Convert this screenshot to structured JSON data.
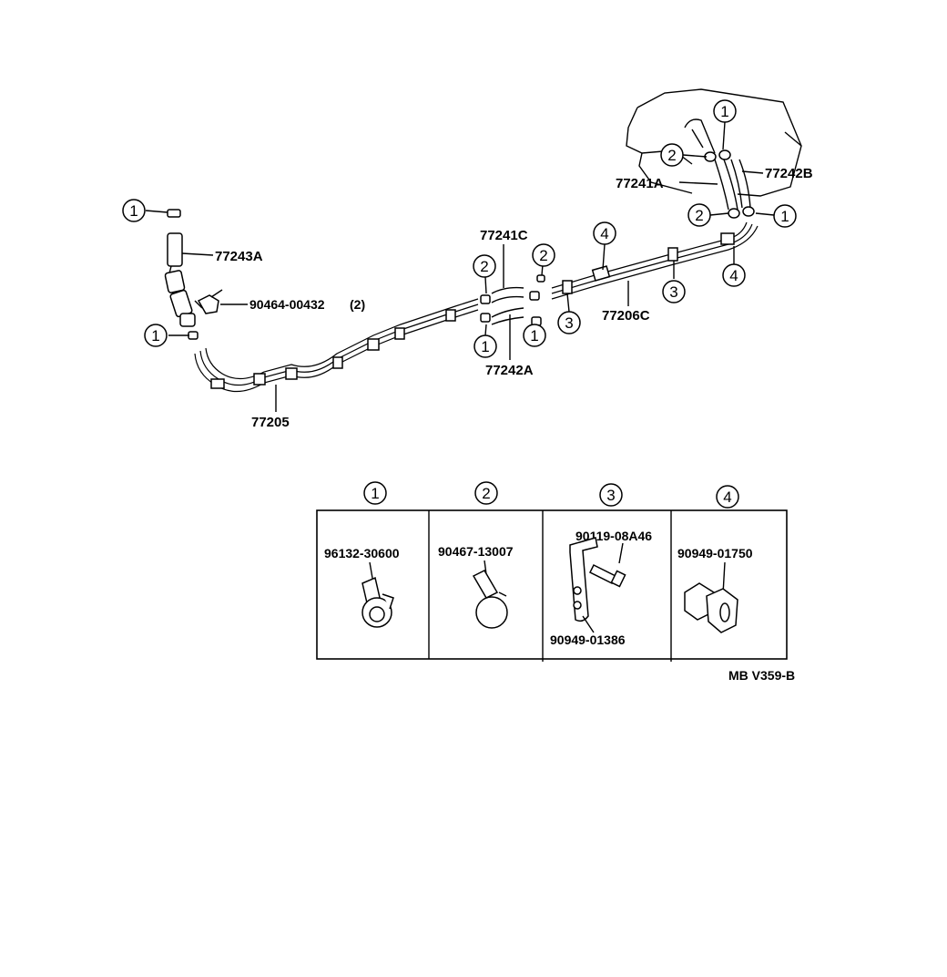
{
  "labels": {
    "filler_hose": "77243A",
    "filler_bolt": "90464-00432",
    "filler_bolt_qty": "(2)",
    "main_pipe": "77205",
    "mid_hose_upper": "77241C",
    "mid_hose_lower": "77242A",
    "rear_pipe": "77206C",
    "tank_hose_a": "77241A",
    "tank_hose_b": "77242B"
  },
  "callout_numbers": [
    "1",
    "2",
    "3",
    "4"
  ],
  "legend": [
    {
      "key": "1",
      "parts": [
        "96132-30600"
      ]
    },
    {
      "key": "2",
      "parts": [
        "90467-13007"
      ]
    },
    {
      "key": "3",
      "parts": [
        "90119-08A46",
        "90949-01386"
      ]
    },
    {
      "key": "4",
      "parts": [
        "90949-01750"
      ]
    }
  ],
  "diagram_code": "MB V359-B"
}
